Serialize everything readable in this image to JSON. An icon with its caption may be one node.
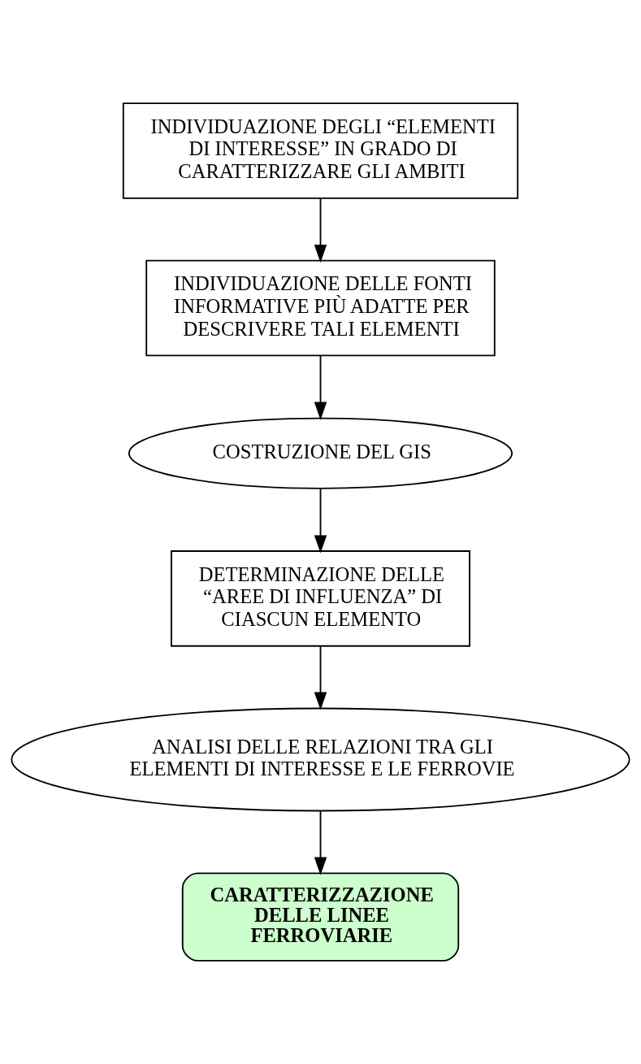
{
  "diagram": {
    "nodes": [
      {
        "text": [
          "INDIVIDUAZIONE DEGLI “ELEMENTI DI INTERESSE” IN GRADO DI CARATTERIZZARE GLI AMBITI"
        ]
      },
      {
        "text": [
          "INDIVIDUAZIONE DELLE FONTI INFORMATIVE PIÙ ADATTE PER DESCRIVERE TALI ELEMENTI"
        ]
      },
      {
        "text": [
          "COSTRUZIONE DEL GIS"
        ]
      },
      {
        "text": [
          "DETERMINAZIONE DELLE “AREE DI INFLUENZA” DI CIASCUN ELEMENTO"
        ]
      },
      {
        "text": [
          "ANALISI DELLE RELAZIONI TRA GLI ELEMENTI DI INTERESSE E LE FERROVIE"
        ]
      },
      {
        "text": [
          "CARATTERIZZAZIONE DELLE LINEE FERROVIARIE"
        ]
      }
    ],
    "edges": [
      {
        "from": 0,
        "to": 1,
        "arrow": "to"
      },
      {
        "from": 1,
        "to": 2,
        "arrow": "to"
      },
      {
        "from": 2,
        "to": 3,
        "arrow": "to"
      },
      {
        "from": 3,
        "to": 4,
        "arrow": "to"
      },
      {
        "from": 4,
        "to": 5,
        "arrow": "to"
      }
    ]
  }
}
